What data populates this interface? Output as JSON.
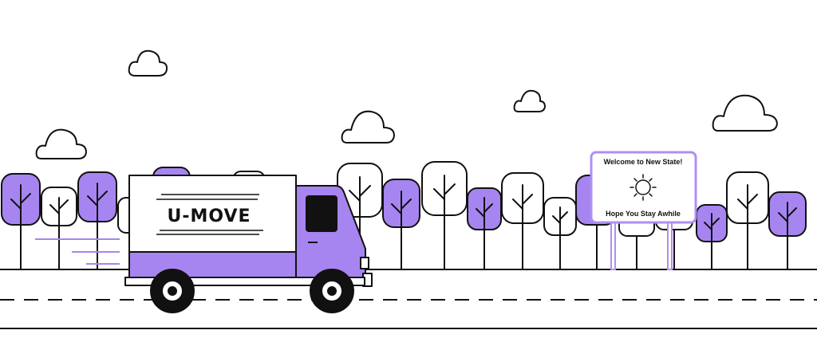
{
  "truck": {
    "brand_label": "U-MOVE"
  },
  "sign": {
    "headline": "Welcome to New State!",
    "tagline": "Hope You Stay Awhile",
    "icon": "sun-icon"
  },
  "colors": {
    "accent_purple": "#a685f0",
    "sign_border": "#b08ef5",
    "outline": "#111111",
    "background": "#ffffff"
  }
}
